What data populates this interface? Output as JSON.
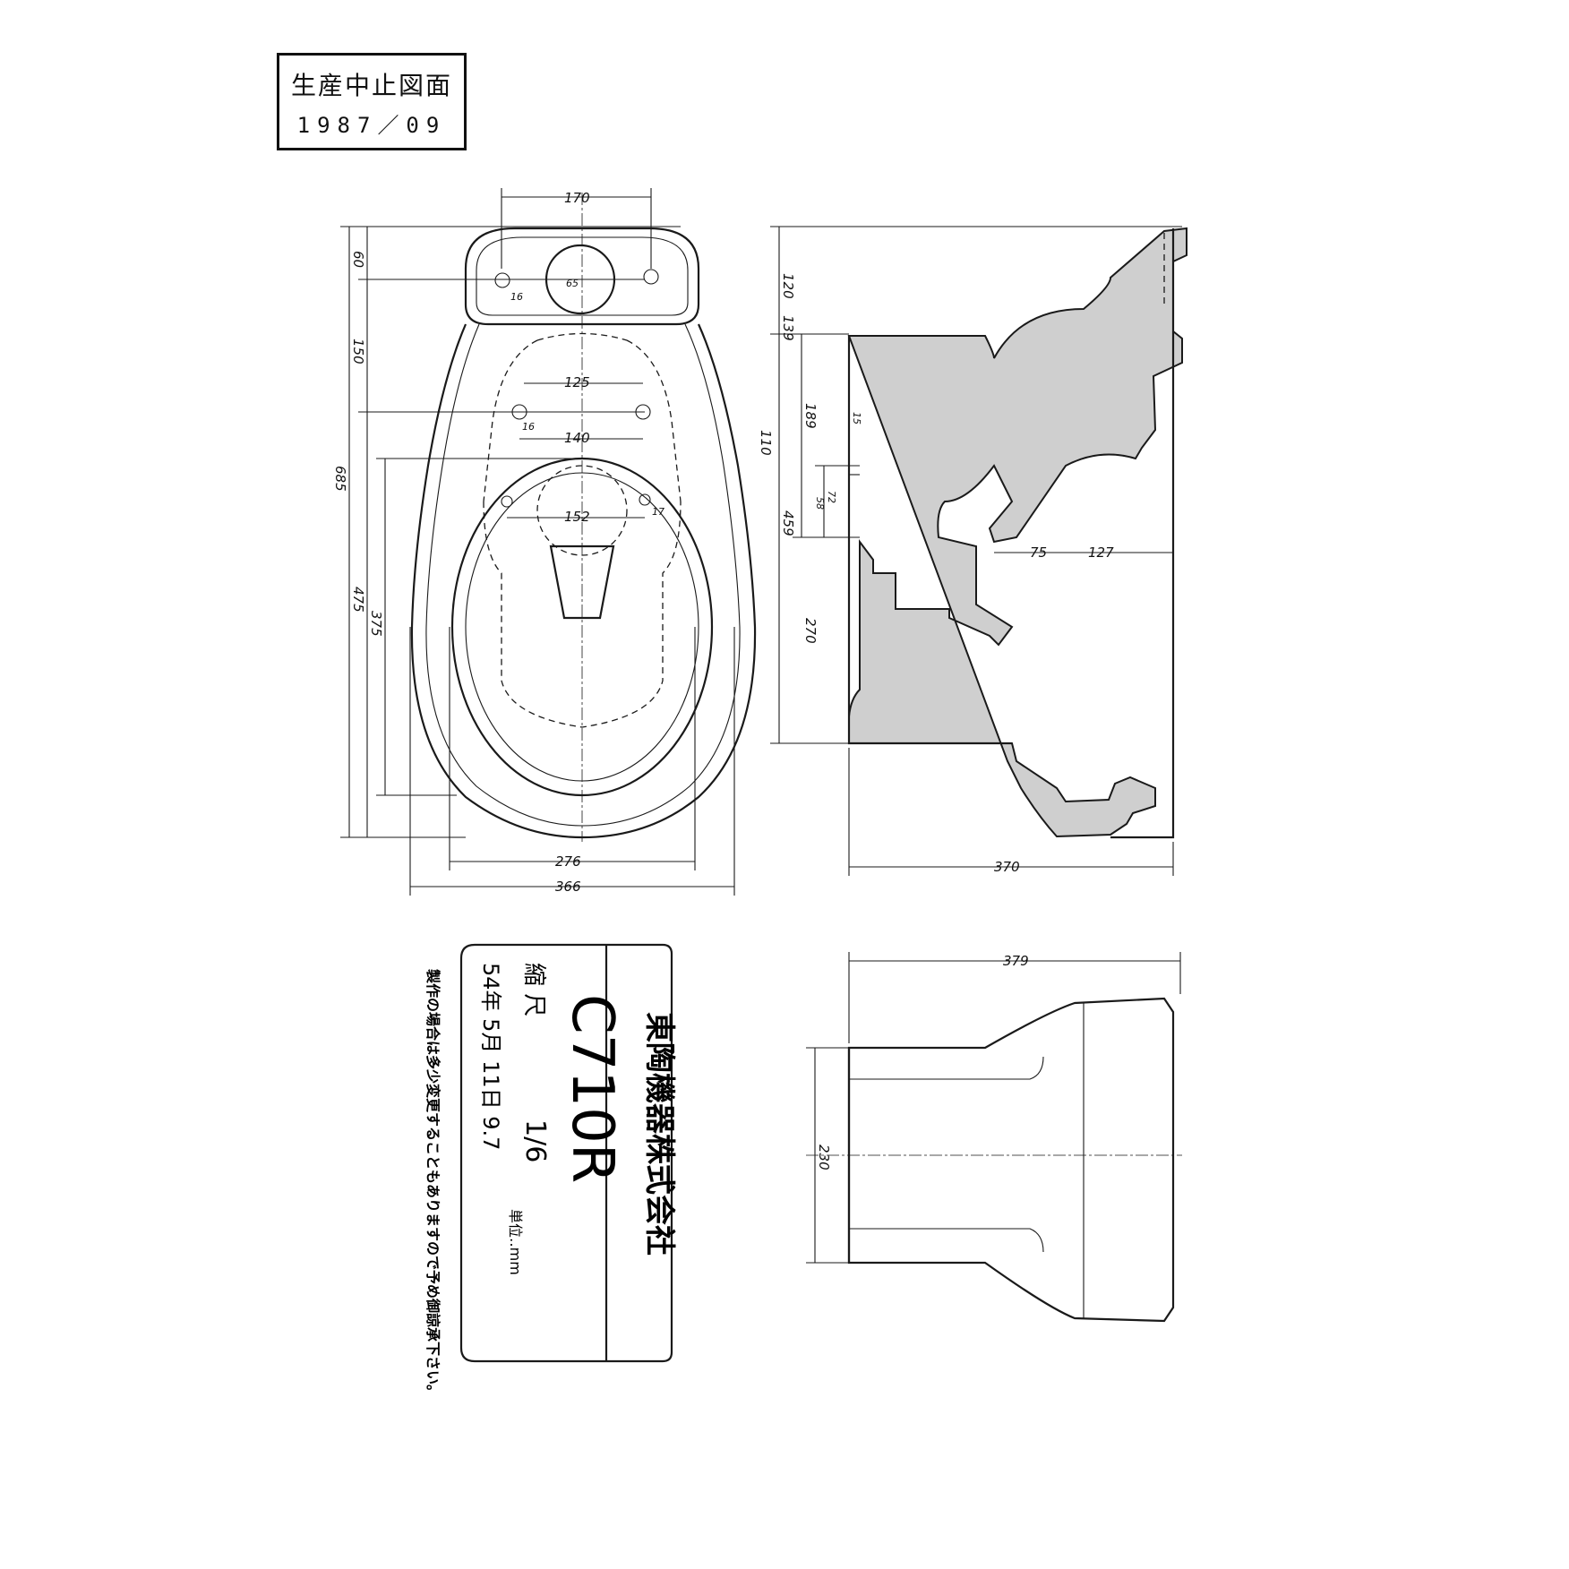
{
  "stamp": {
    "title": "生産中止図面",
    "date": "1987／09"
  },
  "title_block": {
    "company": "東陶機器株式会社",
    "model": "C710R",
    "scale_label": "縮 尺",
    "scale_value": "1/6",
    "unit": "単位‥mm",
    "date": "54年 5月 11日 9.7",
    "note_line1": "製作の場合は多少変更することもありますので予め御諒承下さい。"
  },
  "dimensions": {
    "tank_width": "170",
    "top_60": "60",
    "top_150": "150",
    "overall_685": "685",
    "len_475": "475",
    "len_375": "375",
    "d65": "65",
    "d16a": "16",
    "d16b": "16",
    "w125": "125",
    "w140": "140",
    "w152": "152",
    "d17": "17",
    "w276": "276",
    "w366": "366",
    "side_120": "120",
    "side_139": "139",
    "side_189": "189",
    "side_110": "110",
    "side_459": "459",
    "side_270": "270",
    "side_15": "15",
    "side_72": "72",
    "side_58": "58",
    "side_75": "75",
    "side_127": "127",
    "side_370": "370",
    "rear_379": "379",
    "rear_230": "230"
  }
}
